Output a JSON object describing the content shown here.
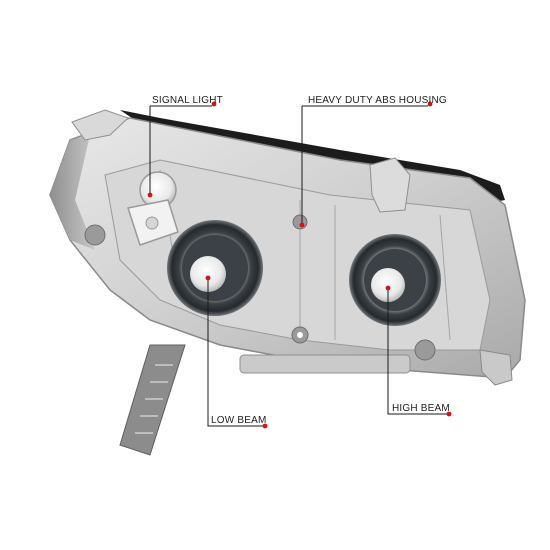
{
  "image": {
    "subject": "headlight-assembly-rear-view",
    "background_color": "#ffffff",
    "accent_color": "#d31414"
  },
  "callouts": [
    {
      "id": "signal",
      "label": "SIGNAL LIGHT"
    },
    {
      "id": "abs",
      "label": "HEAVY DUTY ABS HOUSING"
    },
    {
      "id": "low",
      "label": "LOW BEAM"
    },
    {
      "id": "high",
      "label": "HIGH BEAM"
    }
  ]
}
